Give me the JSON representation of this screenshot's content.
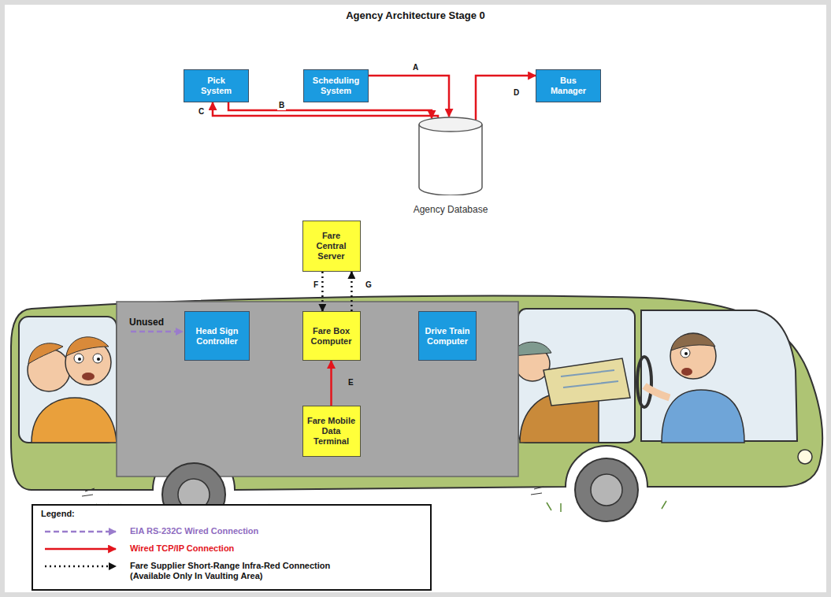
{
  "diagram": {
    "title": "Agency Architecture Stage 0",
    "nodes": [
      {
        "text": [
          "Pick System"
        ]
      },
      {
        "text": [
          "Scheduling System"
        ]
      },
      {
        "text": [
          "Bus Manager"
        ]
      },
      {
        "text": [
          "Agency Database"
        ]
      },
      {
        "text": [
          "Fare Central Server"
        ]
      },
      {
        "text": [
          "Head Sign Controller"
        ]
      },
      {
        "text": [
          "Fare Box Computer"
        ]
      },
      {
        "text": [
          "Drive Train Computer"
        ]
      },
      {
        "text": [
          "Fare Mobile Data Terminal"
        ]
      }
    ],
    "edges": [
      {
        "from": 1,
        "to": 3,
        "arrow": "to",
        "label": "A"
      },
      {
        "from": 0,
        "to": 3,
        "arrow": "to",
        "label": "B"
      },
      {
        "from": 3,
        "to": 0,
        "arrow": "to",
        "label": "C"
      },
      {
        "from": 3,
        "to": 2,
        "arrow": "to",
        "label": "D"
      },
      {
        "from": 8,
        "to": 6,
        "arrow": "to",
        "label": "E"
      },
      {
        "from": 4,
        "to": 6,
        "arrow": "to",
        "label": "F"
      },
      {
        "from": 6,
        "to": 4,
        "arrow": "to",
        "label": "G"
      }
    ],
    "labels": [
      "Unused",
      "Legend:"
    ],
    "legend": [
      {
        "text": "EIA RS-232C Wired Connection"
      },
      {
        "text": "Wired TCP/IP Connection"
      },
      {
        "text": "Fare Supplier Short-Range Infra-Red Connection (Available Only In Vaulting Area)"
      }
    ]
  }
}
